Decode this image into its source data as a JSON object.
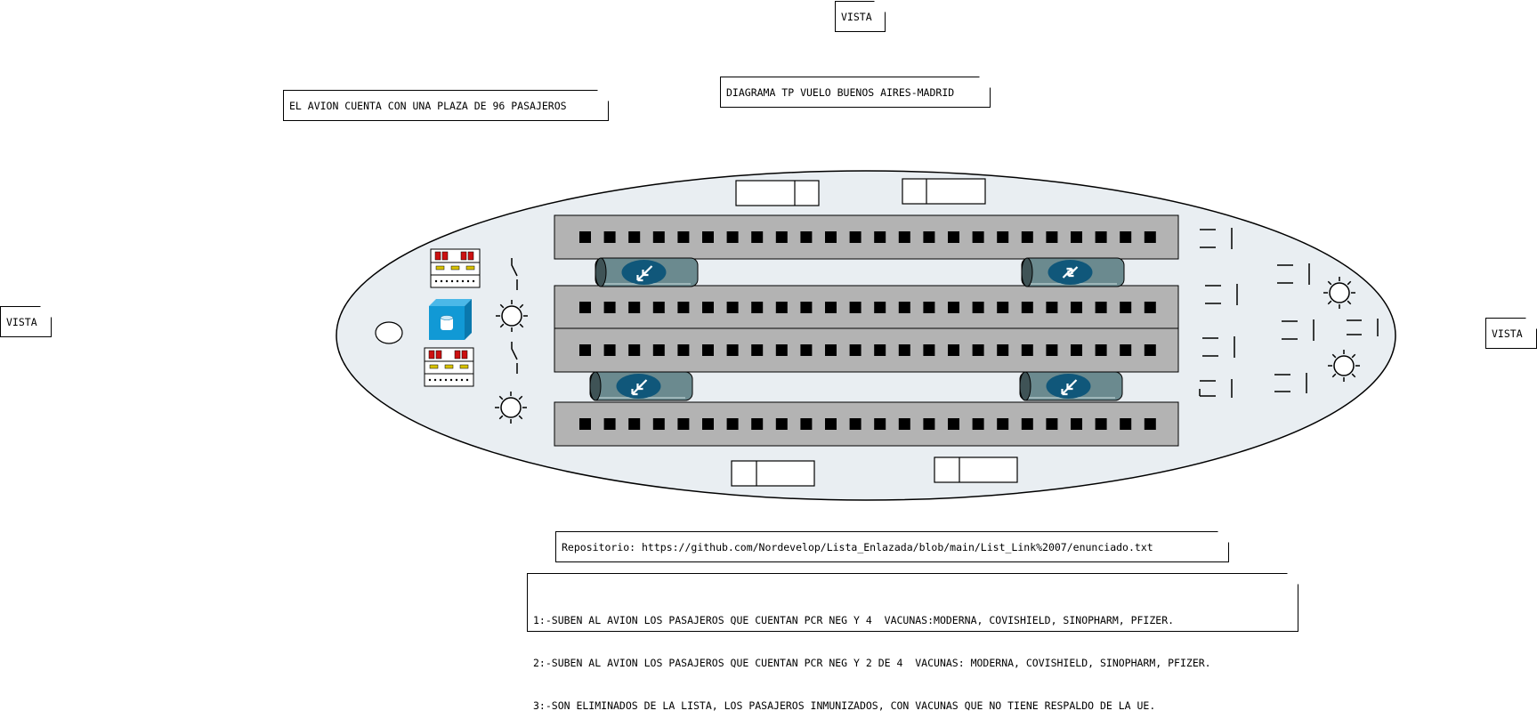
{
  "notes": {
    "vista_top": "VISTA",
    "vista_left": "VISTA",
    "vista_right": "VISTA",
    "title": "DIAGRAMA TP VUELO BUENOS AIRES-MADRID",
    "capacity": "EL AVION CUENTA CON UNA PLAZA DE 96 PASAJEROS",
    "repo": "Repositorio: https://github.com/Nordevelop/Lista_Enlazada/blob/main/List_Link%2007/enunciado.txt",
    "rules": [
      "1:-SUBEN AL AVION LOS PASAJEROS QUE CUENTAN PCR NEG Y 4  VACUNAS:MODERNA, COVISHIELD, SINOPHARM, PFIZER.",
      "2:-SUBEN AL AVION LOS PASAJEROS QUE CUENTAN PCR NEG Y 2 DE 4  VACUNAS: MODERNA, COVISHIELD, SINOPHARM, PFIZER.",
      "3:-SON ELIMINADOS DE LA LISTA, LOS PASAJEROS INMUNIZADOS, CON VACUNAS QUE NO TIENE RESPALDO DE LA UE."
    ]
  },
  "diagram": {
    "seat_rows": 4,
    "seats_per_row": 24,
    "colors": {
      "fuselage_fill": "#e9eef2",
      "row_fill": "#b3b3b3",
      "seat": "#000000",
      "connector_body": "#6b8a8f",
      "connector_cap": "#3f5356",
      "connector_badge": "#10577a",
      "storage_icon": "#1199d5",
      "panel_led": "#cc1111",
      "panel_bar": "#d9c200"
    },
    "icons": [
      "fuselage-shape",
      "seat-icon",
      "connector-icon",
      "rack-panel-icon",
      "storage-icon",
      "sun-light-icon",
      "switch-icon",
      "door-icon",
      "window-icon"
    ]
  }
}
